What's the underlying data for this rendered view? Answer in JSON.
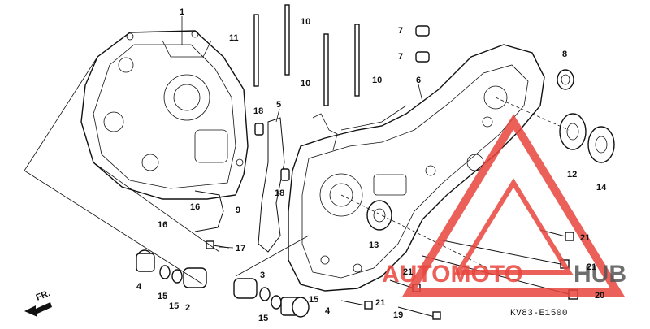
{
  "diagram": {
    "code": "KV83-E1500",
    "direction_label": "FR.",
    "watermark": {
      "word_a": "AUTOMOTO",
      "word_b": "HUB",
      "color": "#e8453c",
      "color_b": "#555555"
    },
    "callouts": [
      "1",
      "2",
      "3",
      "4",
      "4",
      "5",
      "6",
      "7",
      "7",
      "8",
      "9",
      "10",
      "10",
      "10",
      "11",
      "12",
      "13",
      "14",
      "15",
      "15",
      "15",
      "15",
      "16",
      "16",
      "17",
      "18",
      "18",
      "19",
      "20",
      "21",
      "21",
      "21",
      "21"
    ]
  }
}
